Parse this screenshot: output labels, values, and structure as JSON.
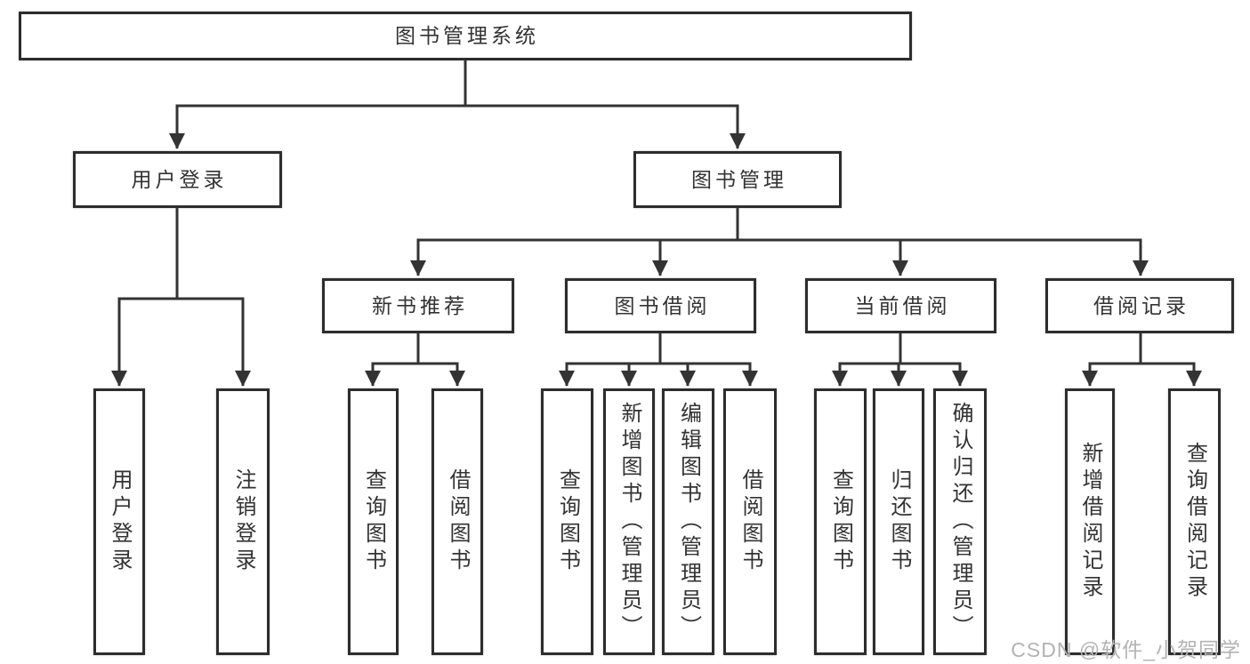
{
  "tree": {
    "root": {
      "label": "图书管理系统"
    },
    "branches": [
      {
        "label": "用户登录",
        "children": [
          {
            "label": "用户登录"
          },
          {
            "label": "注销登录"
          }
        ]
      },
      {
        "label": "图书管理",
        "children": [
          {
            "label": "新书推荐",
            "children": [
              {
                "label": "查询图书"
              },
              {
                "label": "借阅图书"
              }
            ]
          },
          {
            "label": "图书借阅",
            "children": [
              {
                "label": "查询图书"
              },
              {
                "label": "新增图书（管理员）"
              },
              {
                "label": "编辑图书（管理员）"
              },
              {
                "label": "借阅图书"
              }
            ]
          },
          {
            "label": "当前借阅",
            "children": [
              {
                "label": "查询图书"
              },
              {
                "label": "归还图书"
              },
              {
                "label": "确认归还（管理员）"
              }
            ]
          },
          {
            "label": "借阅记录",
            "children": [
              {
                "label": "新增借阅记录"
              },
              {
                "label": "查询借阅记录"
              }
            ]
          }
        ]
      }
    ]
  },
  "watermark": {
    "text": "CSDN @软件_小贺同学"
  },
  "colors": {
    "line": "#333333",
    "box_border": "#2d2d2d",
    "text": "#333333",
    "background": "#ffffff",
    "watermark": "#b3b3b3"
  }
}
